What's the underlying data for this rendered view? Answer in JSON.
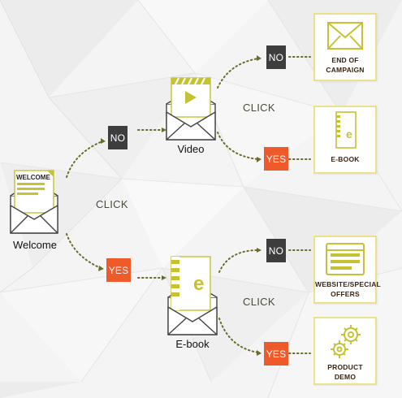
{
  "nodes": {
    "welcome": {
      "label": "Welcome",
      "letter_text": "WELCOME"
    },
    "video": {
      "label": "Video"
    },
    "ebook": {
      "label": "E-book",
      "doc_letter": "e"
    }
  },
  "badges": {
    "first_no": "NO",
    "first_yes": "YES",
    "video_no": "NO",
    "video_yes": "YES",
    "ebook_no": "NO",
    "ebook_yes": "YES"
  },
  "click_labels": {
    "welcome": "CLICK",
    "video": "CLICK",
    "ebook": "CLICK"
  },
  "outcomes": {
    "end_of_campaign": {
      "line1": "END OF",
      "line2": "CAMPAIGN"
    },
    "ebook": {
      "line1": "E-BOOK",
      "doc_letter": "e"
    },
    "website": {
      "line1": "WEBSITE/SPECIAL",
      "line2": "OFFERS"
    },
    "product_demo": {
      "line1": "PRODUCT",
      "line2": "DEMO"
    }
  },
  "colors": {
    "no_badge": "#3d3d3d",
    "yes_badge": "#ef5a2b",
    "accent_olive": "#c5c233",
    "card_border": "#ece08a",
    "connector": "#6b6b2a"
  }
}
